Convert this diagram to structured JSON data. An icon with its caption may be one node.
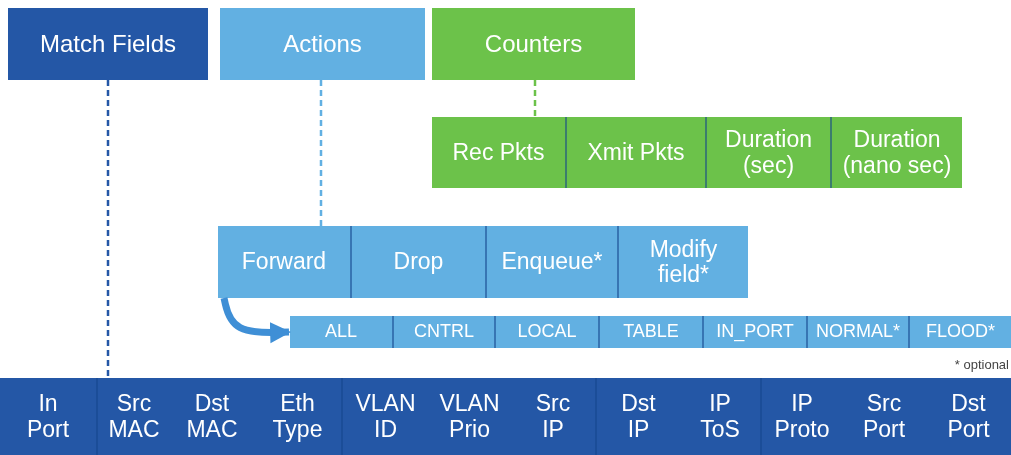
{
  "diagram": {
    "nodes": [
      {
        "text": [
          "Match Fields"
        ]
      },
      {
        "text": [
          "Actions"
        ]
      },
      {
        "text": [
          "Counters"
        ]
      },
      {
        "text": [
          "Rec Pkts"
        ]
      },
      {
        "text": [
          "Xmit Pkts"
        ]
      },
      {
        "text": [
          "Duration (sec)"
        ]
      },
      {
        "text": [
          "Duration (nano sec)"
        ]
      },
      {
        "text": [
          "Forward"
        ]
      },
      {
        "text": [
          "Drop"
        ]
      },
      {
        "text": [
          "Enqueue*"
        ]
      },
      {
        "text": [
          "Modify field*"
        ]
      },
      {
        "text": [
          "ALL"
        ]
      },
      {
        "text": [
          "CNTRL"
        ]
      },
      {
        "text": [
          "LOCAL"
        ]
      },
      {
        "text": [
          "TABLE"
        ]
      },
      {
        "text": [
          "IN_PORT"
        ]
      },
      {
        "text": [
          "NORMAL*"
        ]
      },
      {
        "text": [
          "FLOOD*"
        ]
      },
      {
        "text": [
          "In Port"
        ]
      },
      {
        "text": [
          "Src MAC"
        ]
      },
      {
        "text": [
          "Dst MAC"
        ]
      },
      {
        "text": [
          "Eth Type"
        ]
      },
      {
        "text": [
          "VLAN ID"
        ]
      },
      {
        "text": [
          "VLAN Prio"
        ]
      },
      {
        "text": [
          "Src IP"
        ]
      },
      {
        "text": [
          "Dst IP"
        ]
      },
      {
        "text": [
          "IP ToS"
        ]
      },
      {
        "text": [
          "IP Proto"
        ]
      },
      {
        "text": [
          "Src Port"
        ]
      },
      {
        "text": [
          "Dst Port"
        ]
      }
    ],
    "edges": [
      {
        "from": 0,
        "to": 19,
        "arrow": "none",
        "style": "dashed",
        "color": "#2457a6"
      },
      {
        "from": 1,
        "to": 7,
        "arrow": "none",
        "style": "dashed",
        "color": "#62b0e2"
      },
      {
        "from": 2,
        "to": 3,
        "arrow": "none",
        "style": "dashed",
        "color": "#6cc24a"
      },
      {
        "from": 7,
        "to": 11,
        "arrow": "to",
        "style": "thick",
        "color": "#3f8fd6"
      }
    ],
    "labels": [
      "* optional"
    ]
  }
}
